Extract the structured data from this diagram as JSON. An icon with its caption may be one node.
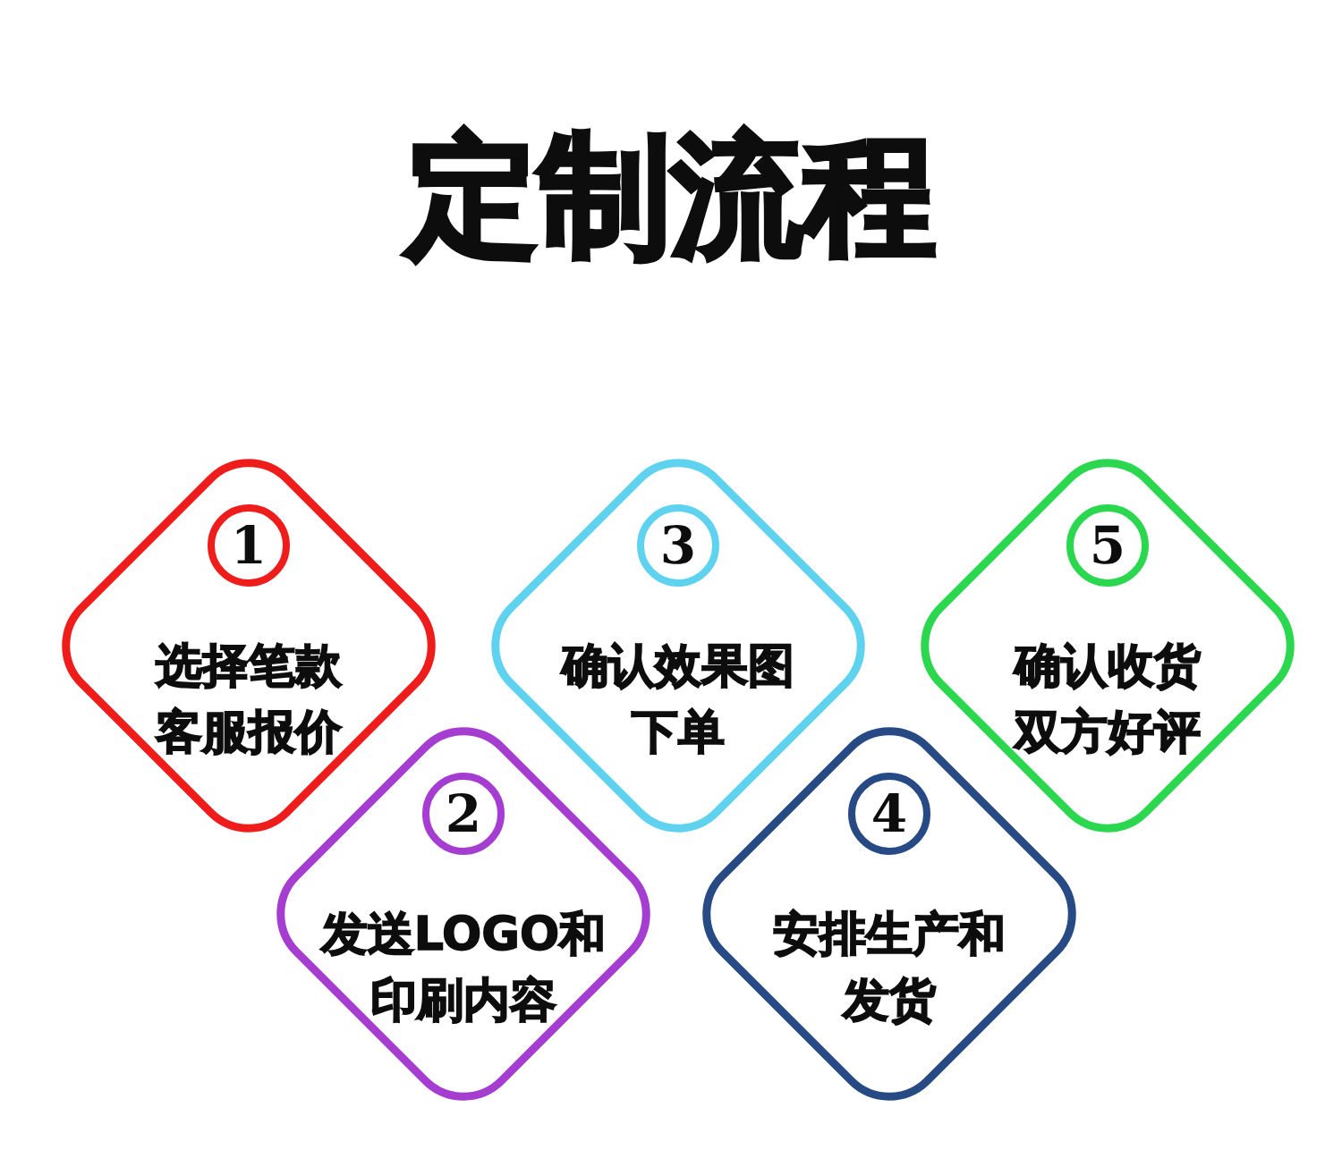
{
  "diagram": {
    "title": "定制流程",
    "nodes": [
      {
        "text": [
          "选择笔款客服报价"
        ]
      },
      {
        "text": [
          "1"
        ],
        "in": 0
      },
      {
        "text": [
          "发送LOGO和印刷内容"
        ]
      },
      {
        "text": [
          "2"
        ],
        "in": 2
      },
      {
        "text": [
          "确认效果图下单"
        ]
      },
      {
        "text": [
          "3"
        ],
        "in": 4
      },
      {
        "text": [
          "安排生产和发货"
        ]
      },
      {
        "text": [
          "4"
        ],
        "in": 6
      },
      {
        "text": [
          "确认收货双方好评"
        ]
      },
      {
        "text": [
          "5"
        ],
        "in": 8
      }
    ]
  }
}
